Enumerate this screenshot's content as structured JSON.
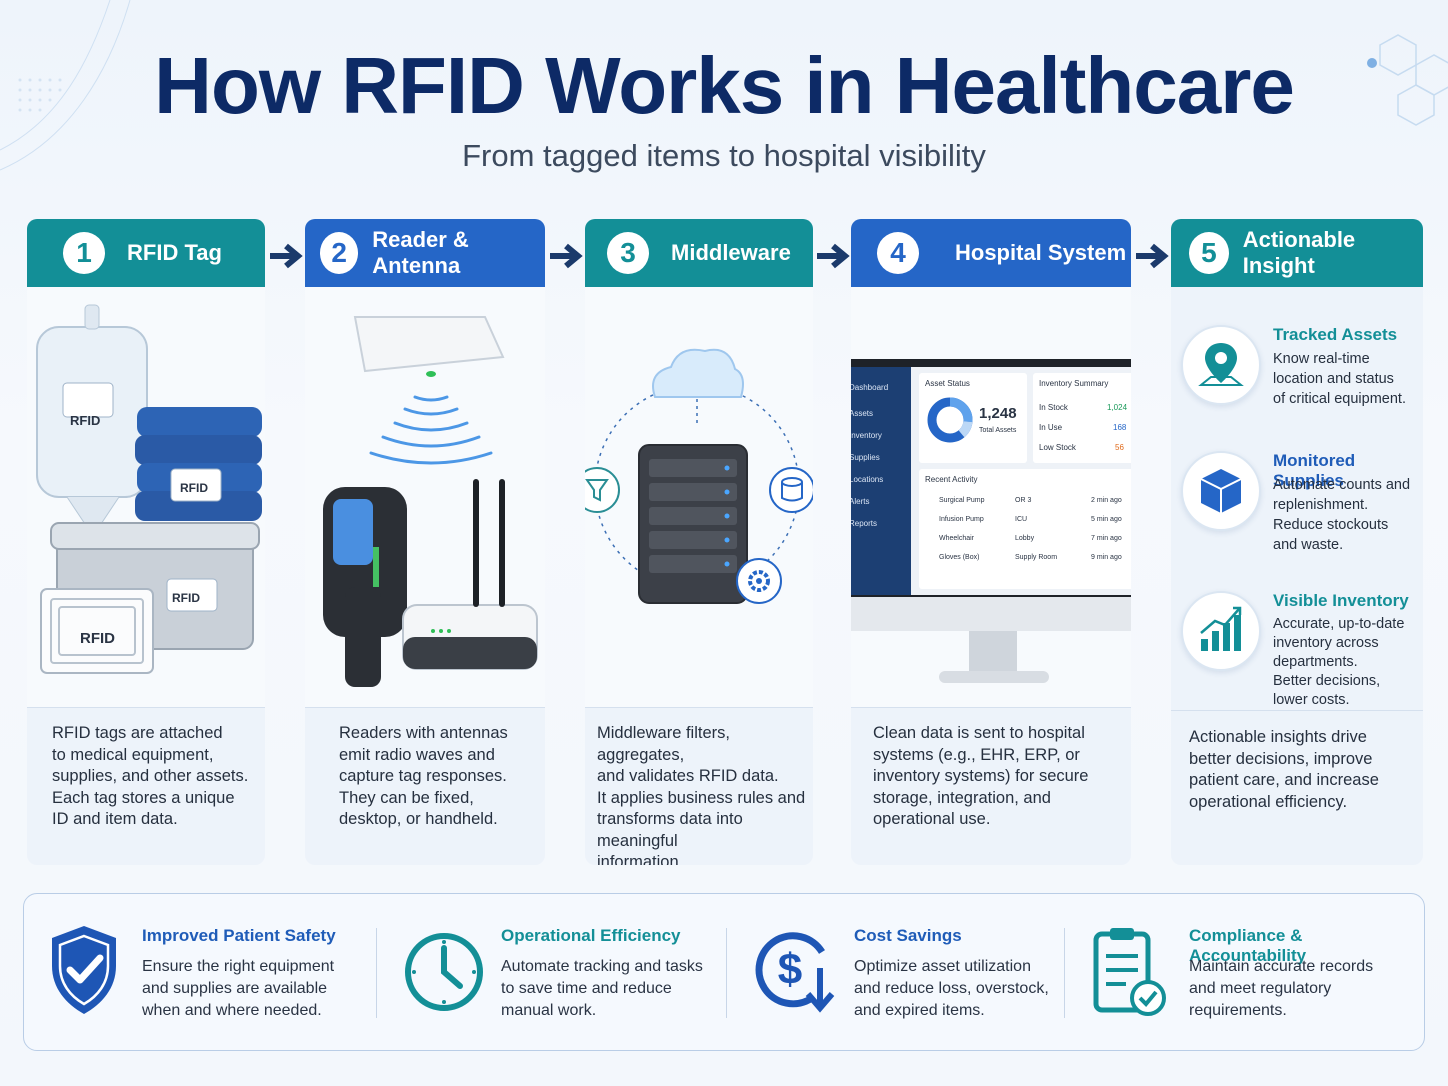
{
  "header": {
    "title": "How RFID Works in Healthcare",
    "subtitle": "From tagged items to hospital visibility"
  },
  "steps": [
    {
      "number": "1",
      "title": "RFID Tag",
      "text_lines": [
        "RFID tags are attached",
        "to medical equipment,",
        "supplies, and other assets.",
        "Each tag stores a unique",
        "ID and item data."
      ],
      "tag_labels": [
        "RFID",
        "RFID",
        "RFID",
        "RFID"
      ]
    },
    {
      "number": "2",
      "title": "Reader & Antenna",
      "text_lines": [
        "Readers with antennas",
        "emit radio waves and",
        "capture tag responses.",
        "They can be fixed,",
        "desktop, or handheld."
      ]
    },
    {
      "number": "3",
      "title": "Middleware",
      "text_lines": [
        "Middleware filters, aggregates,",
        "and validates RFID data.",
        "It applies business rules and",
        "transforms data into meaningful",
        "information."
      ]
    },
    {
      "number": "4",
      "title": "Hospital System",
      "text_lines": [
        "Clean data is sent to hospital",
        "systems (e.g., EHR, ERP, or",
        "inventory systems) for secure",
        "storage, integration, and",
        "operational use."
      ]
    },
    {
      "number": "5",
      "title": "Actionable Insight",
      "text_lines": [
        "Actionable insights drive",
        "better decisions, improve",
        "patient care, and increase",
        "operational efficiency."
      ]
    }
  ],
  "dashboard": {
    "nav": [
      "Dashboard",
      "Assets",
      "Inventory",
      "Supplies",
      "Locations",
      "Alerts",
      "Reports"
    ],
    "asset_status_title": "Asset Status",
    "total_value": "1,248",
    "total_label": "Total Assets",
    "inventory_title": "Inventory Summary",
    "inventory": [
      {
        "label": "In Stock",
        "value": "1,024",
        "color": "#1a9a5a"
      },
      {
        "label": "In Use",
        "value": "168",
        "color": "#2566c7"
      },
      {
        "label": "Low Stock",
        "value": "56",
        "color": "#e06a1a"
      }
    ],
    "activity_title": "Recent Activity",
    "activity": [
      {
        "item": "Surgical Pump",
        "location": "OR 3",
        "time": "2 min ago"
      },
      {
        "item": "Infusion Pump",
        "location": "ICU",
        "time": "5 min ago"
      },
      {
        "item": "Wheelchair",
        "location": "Lobby",
        "time": "7 min ago"
      },
      {
        "item": "Gloves (Box)",
        "location": "Supply Room",
        "time": "9 min ago"
      }
    ]
  },
  "insights": [
    {
      "title": "Tracked Assets",
      "lines": [
        "Know real-time",
        "location and status",
        "of critical equipment."
      ],
      "icon": "map-pin-icon"
    },
    {
      "title": "Monitored Supplies",
      "lines": [
        "Automate counts and",
        "replenishment.",
        "Reduce stockouts",
        "and waste."
      ],
      "icon": "box-icon"
    },
    {
      "title": "Visible Inventory",
      "lines": [
        "Accurate, up-to-date",
        "inventory across",
        "departments.",
        "Better decisions,",
        "lower costs."
      ],
      "icon": "bar-chart-icon"
    }
  ],
  "benefits": [
    {
      "title": "Improved Patient Safety",
      "lines": [
        "Ensure the right equipment",
        "and supplies are available",
        "when and where needed."
      ],
      "icon": "shield-check-icon"
    },
    {
      "title": "Operational Efficiency",
      "lines": [
        "Automate tracking and tasks",
        "to save time and reduce",
        "manual work."
      ],
      "icon": "clock-icon"
    },
    {
      "title": "Cost Savings",
      "lines": [
        "Optimize asset utilization",
        "and reduce loss, overstock,",
        "and expired items."
      ],
      "icon": "dollar-down-icon"
    },
    {
      "title": "Compliance & Accountability",
      "lines": [
        "Maintain accurate records",
        "and meet regulatory",
        "requirements."
      ],
      "icon": "clipboard-check-icon"
    }
  ],
  "colors": {
    "teal": "#138f97",
    "blue": "#2566c7",
    "navy": "#0d2a66"
  }
}
